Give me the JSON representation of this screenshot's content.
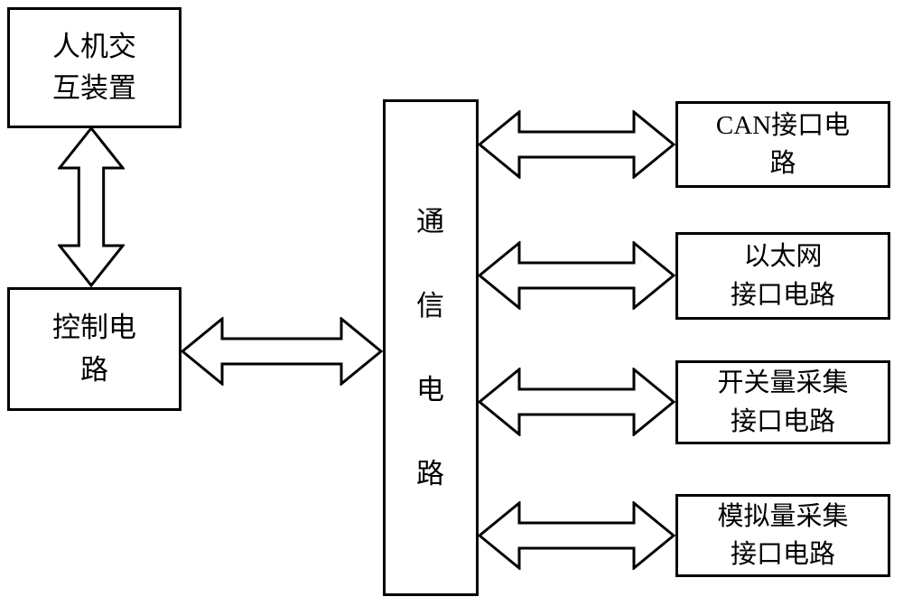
{
  "diagram": {
    "title": "communication-circuit-block-diagram",
    "colors": {
      "line": "#000000",
      "fill": "#ffffff",
      "background": "#ffffff"
    },
    "boxes": {
      "hmi": {
        "label": "人机交\n互装置"
      },
      "control": {
        "label": "控制电\n路"
      },
      "comm": {
        "label": "通\n信\n电\n路"
      },
      "can": {
        "label": "CAN接口电\n路"
      },
      "ethernet": {
        "label": "以太网\n接口电路"
      },
      "digital": {
        "label": "开关量采集\n接口电路"
      },
      "analog": {
        "label": "模拟量采集\n接口电路"
      }
    },
    "connections": [
      {
        "from": "hmi",
        "to": "control",
        "type": "double-arrow"
      },
      {
        "from": "control",
        "to": "comm",
        "type": "double-arrow"
      },
      {
        "from": "comm",
        "to": "can",
        "type": "double-arrow"
      },
      {
        "from": "comm",
        "to": "ethernet",
        "type": "double-arrow"
      },
      {
        "from": "comm",
        "to": "digital",
        "type": "double-arrow"
      },
      {
        "from": "comm",
        "to": "analog",
        "type": "double-arrow"
      }
    ]
  }
}
